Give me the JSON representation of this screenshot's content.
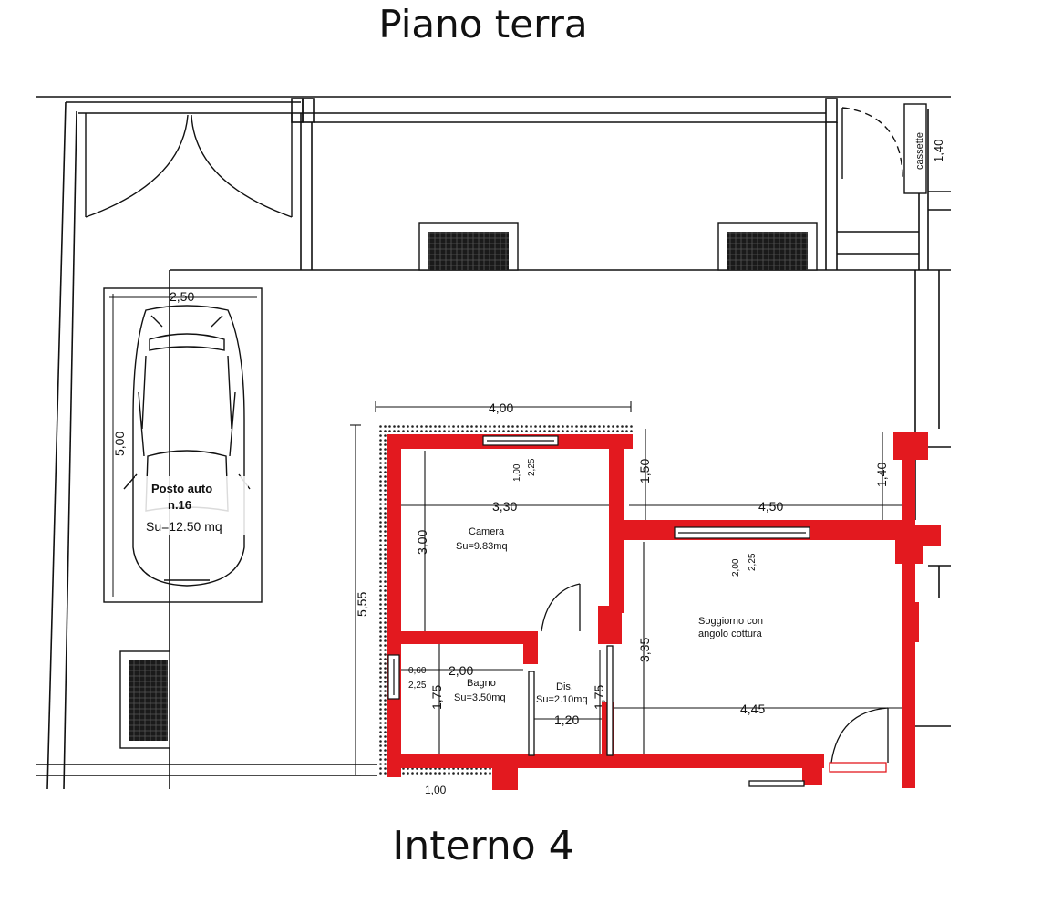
{
  "titles": {
    "top": "Piano terra",
    "bottom": "Interno 4"
  },
  "rooms": {
    "parking_name": "Posto auto",
    "parking_number": "n.16",
    "parking_area": "Su=12.50 mq",
    "camera_name": "Camera",
    "camera_area": "Su=9.83mq",
    "bagno_name": "Bagno",
    "bagno_area": "Su=3.50mq",
    "dis_name": "Dis.",
    "dis_area": "Su=2.10mq",
    "soggiorno_line1": "Soggiorno con",
    "soggiorno_line2": "angolo cottura",
    "cassette": "cassette"
  },
  "dimensions": {
    "top_right": "1,40",
    "parking_width": "2,50",
    "parking_length": "5,00",
    "plan_width": "4,00",
    "total_height": "5,55",
    "camera_width": "3,30",
    "camera_height": "3,00",
    "window_camera_a": "1,00",
    "window_camera_b": "2,25",
    "step_height": "1,50",
    "soggiorno_top": "4,50",
    "right_wall": "1,40",
    "window_sogg_a": "2,00",
    "window_sogg_b": "2,25",
    "soggiorno_height": "3,35",
    "bagno_width": "2,00",
    "bagno_window_a": "0,60",
    "bagno_window_b": "2,25",
    "bagno_height": "1,75",
    "dis_height": "1,75",
    "dis_width": "1,20",
    "soggiorno_width": "4,45",
    "bottom_cut": "1,00"
  },
  "colors": {
    "wall": "#e3191f",
    "line": "#111111",
    "background": "#ffffff"
  }
}
